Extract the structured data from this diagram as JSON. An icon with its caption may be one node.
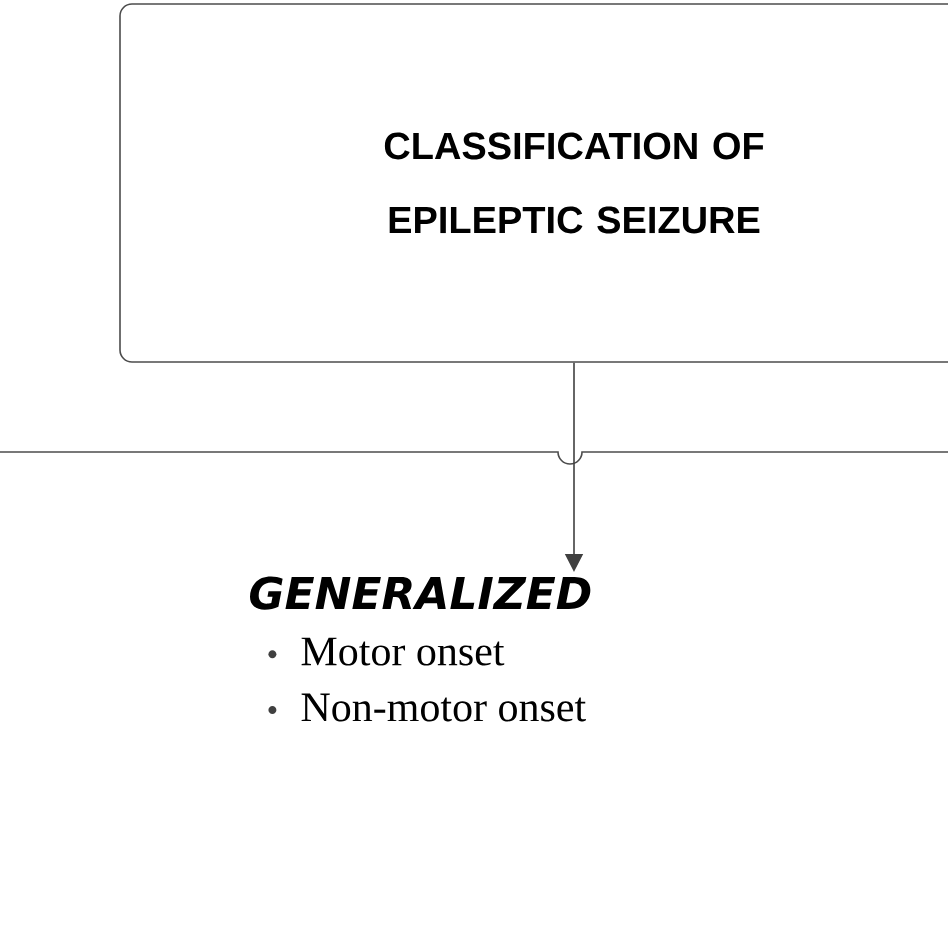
{
  "diagram": {
    "nodes": [
      {
        "text": [
          "CLASSIFICATION OF EPILEPTIC SEIZURE"
        ]
      },
      {
        "text": [
          "GENERALIZED",
          "Motor onset",
          "Non-motor onset"
        ]
      }
    ],
    "edges": [
      {
        "from": 0,
        "to": 1,
        "arrow": "to"
      }
    ]
  }
}
